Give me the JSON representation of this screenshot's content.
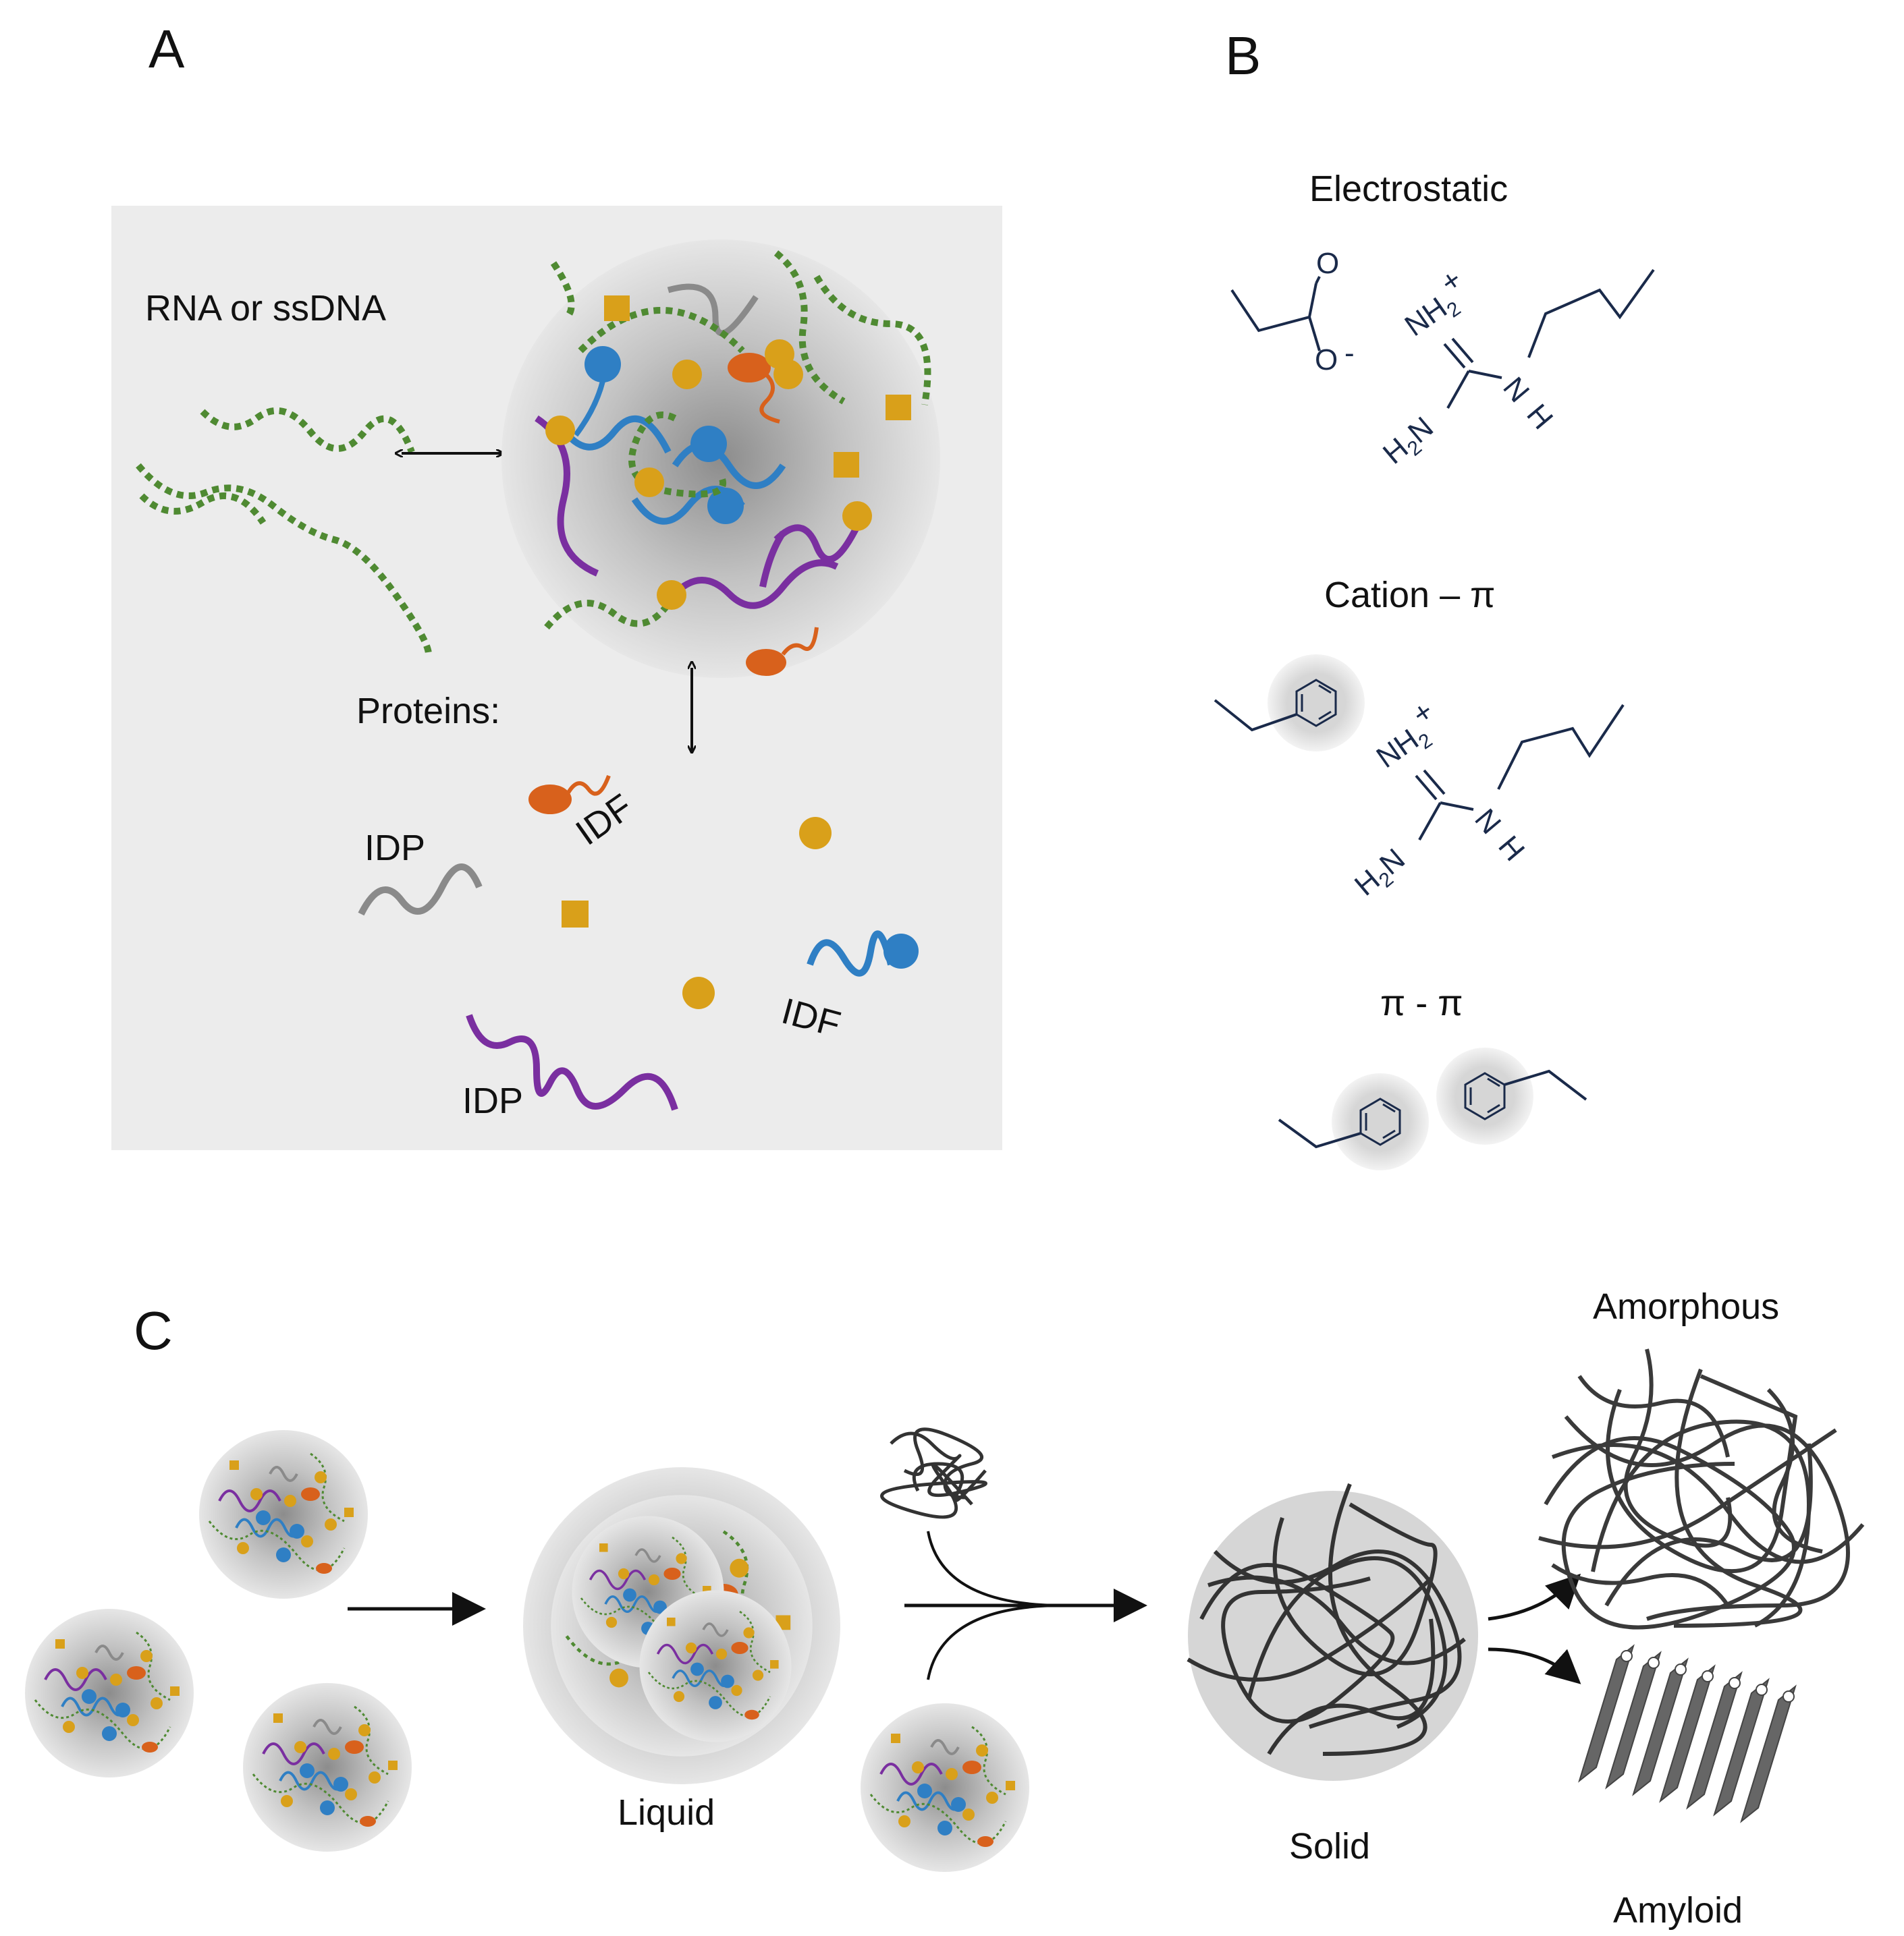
{
  "panels": {
    "A": {
      "letter": "A",
      "nucleic_label": "RNA or ssDNA",
      "proteins_label": "Proteins:",
      "labels": {
        "idf_orange": "IDF",
        "idp_gray": "IDP",
        "idf_blue": "IDF",
        "idp_purple": "IDP"
      }
    },
    "B": {
      "letter": "B",
      "interactions": {
        "electrostatic": "Electrostatic",
        "cation_pi": "Cation – π",
        "pi_pi": "π - π"
      },
      "atoms": {
        "O": "O",
        "NH2": "NH",
        "H2N": "H",
        "N": "N",
        "H": "H",
        "sub2": "2",
        "plus": "+",
        "minus": "-"
      }
    },
    "C": {
      "letter": "C",
      "states": {
        "liquid": "Liquid",
        "solid": "Solid",
        "amorphous": "Amorphous",
        "amyloid": "Amyloid"
      }
    }
  },
  "colors": {
    "panel_bg": "#ececec",
    "rna_green": "#4f8a32",
    "protein_purple": "#7a2fa0",
    "protein_blue": "#2f7fc4",
    "protein_orange": "#d8611c",
    "protein_gray": "#8a8a8a",
    "ligand_gold": "#d9a01a",
    "chem_navy": "#1a2a4a",
    "aggregate_gray": "#3a3a3a"
  }
}
